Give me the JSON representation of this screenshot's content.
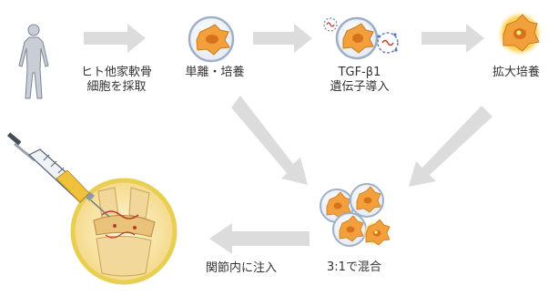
{
  "steps": [
    {
      "id": "harvest",
      "label_lines": [
        "ヒト他家軟骨",
        "細胞を採取"
      ],
      "icon": "human-figure-icon"
    },
    {
      "id": "isolate",
      "label_lines": [
        "単離・培養"
      ],
      "icon": "cell-dish-icon"
    },
    {
      "id": "transduce",
      "label_lines": [
        "TGF-β1",
        "遺伝子導入"
      ],
      "icon": "gene-transfer-icon"
    },
    {
      "id": "expand",
      "label_lines": [
        "拡大培養"
      ],
      "icon": "expanded-cell-icon"
    },
    {
      "id": "mix",
      "label_lines": [
        "3:1で混合"
      ],
      "icon": "mixed-cells-icon"
    },
    {
      "id": "inject",
      "label_lines": [
        "関節内に注入"
      ],
      "icon": "syringe-knee-icon"
    }
  ],
  "colors": {
    "arrow": "#dcdcdc",
    "cell_body": "#f2a03c",
    "cell_nucleus": "#d8711d",
    "dish_rim": "#9fb0c6",
    "knee_ring": "#e8cf52",
    "text": "#333333"
  }
}
